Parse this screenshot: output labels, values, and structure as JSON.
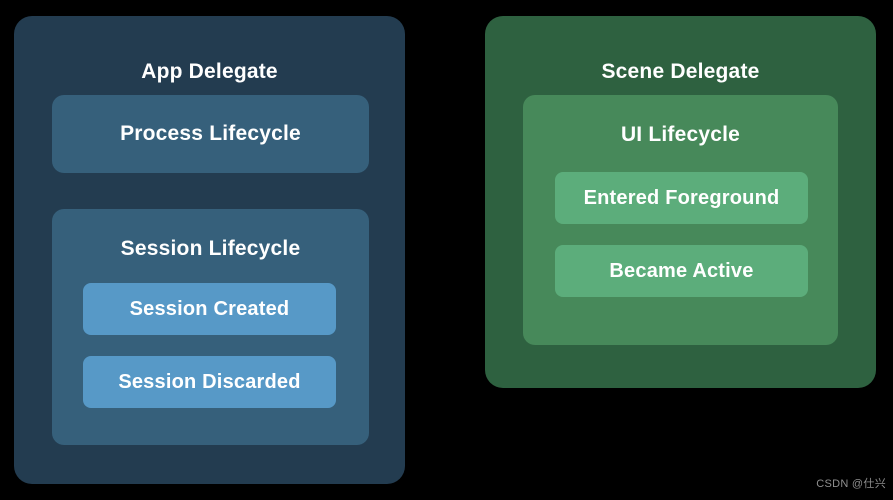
{
  "canvas": {
    "background": "#000000"
  },
  "app_delegate": {
    "title": "App Delegate",
    "bg": "#233C50",
    "process_lifecycle": {
      "title": "Process Lifecycle",
      "bg": "#36607B"
    },
    "session_lifecycle": {
      "title": "Session Lifecycle",
      "bg": "#36607B",
      "items": [
        {
          "label": "Session Created",
          "bg": "#5799C7"
        },
        {
          "label": "Session Discarded",
          "bg": "#5799C7"
        }
      ]
    }
  },
  "scene_delegate": {
    "title": "Scene Delegate",
    "bg": "#2E6140",
    "ui_lifecycle": {
      "title": "UI Lifecycle",
      "bg": "#47895A",
      "items": [
        {
          "label": "Entered Foreground",
          "bg": "#5CAD7B"
        },
        {
          "label": "Became Active",
          "bg": "#5CAD7B"
        }
      ]
    }
  },
  "watermark": {
    "text": "CSDN @仕兴",
    "color": "#8f8f8f"
  }
}
